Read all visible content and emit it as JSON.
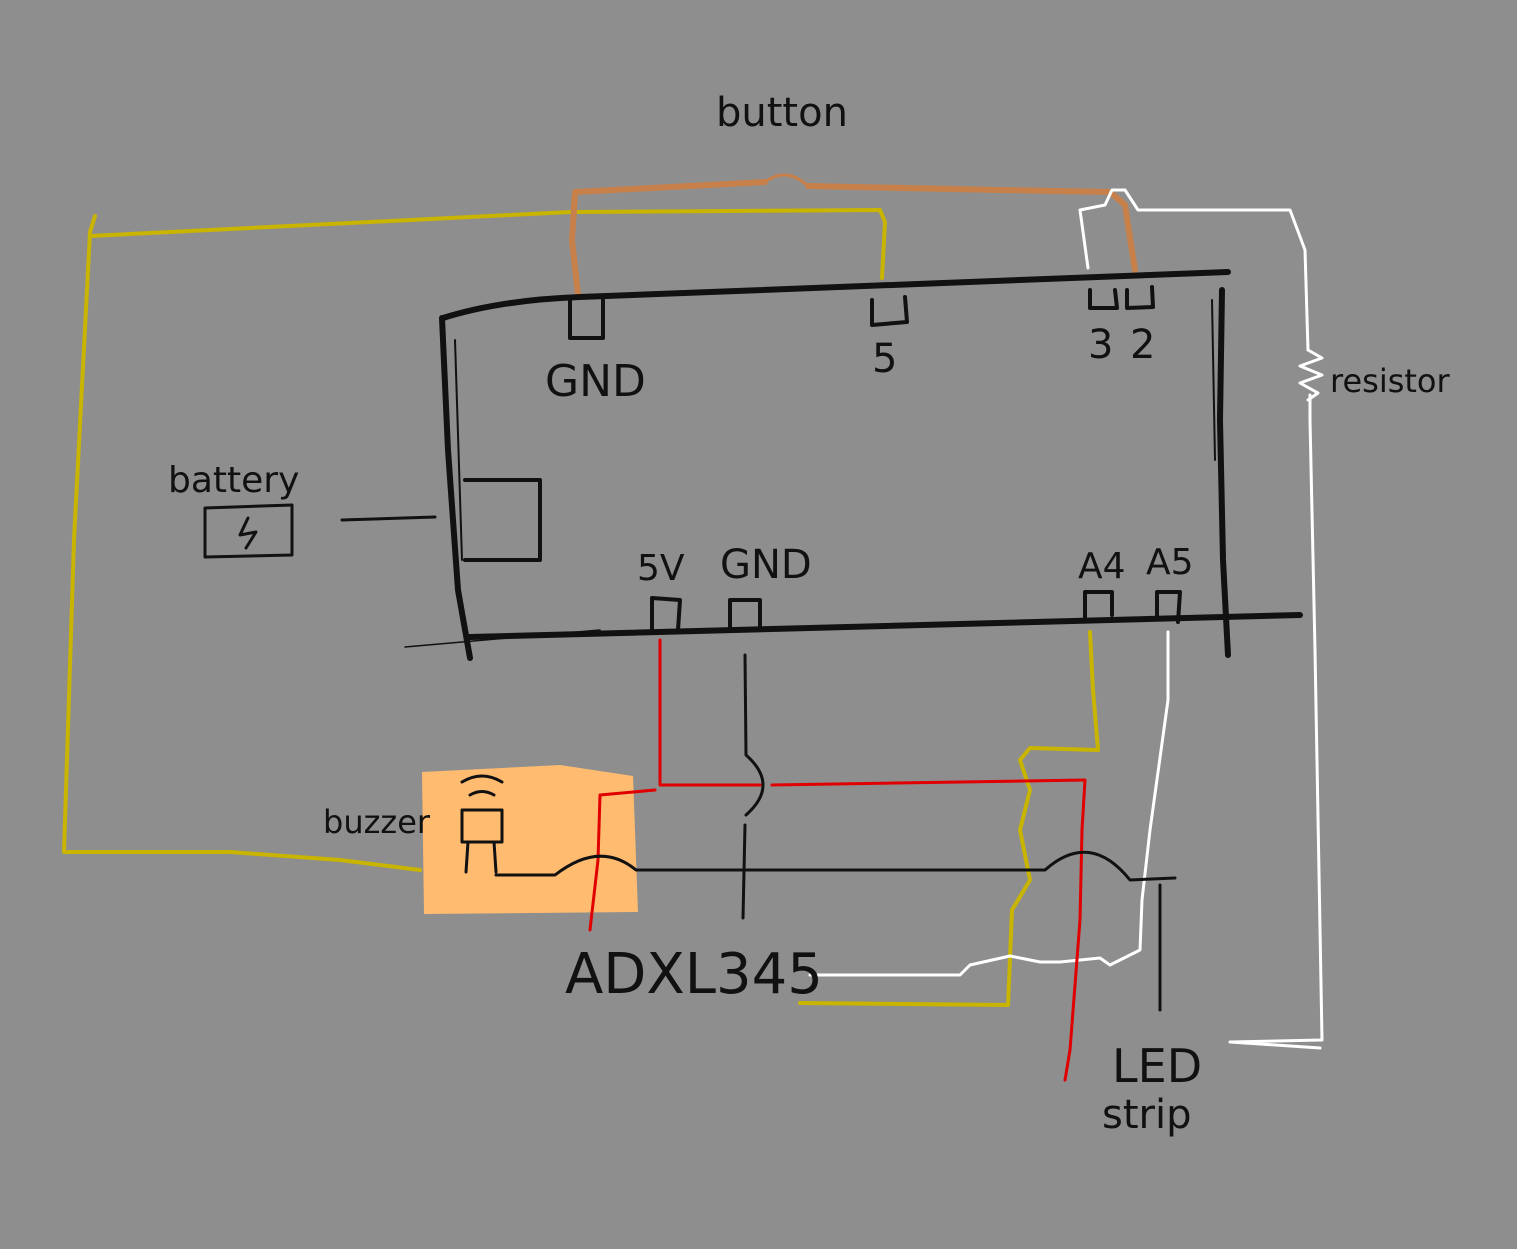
{
  "labels": {
    "button": "button",
    "resistor": "resistor",
    "battery": "battery",
    "buzzer": "buzzer",
    "adxl": "ADXL345",
    "led_line1": "LED",
    "led_line2": "strip"
  },
  "pins": {
    "top_gnd": "GND",
    "top_5": "5",
    "top_3": "3",
    "top_2": "2",
    "bottom_5v": "5V",
    "bottom_gnd": "GND",
    "bottom_a4": "A4",
    "bottom_a5": "A5"
  },
  "colors": {
    "background": "#8e8e8e",
    "board_outline": "#111111",
    "wire_yellow": "#c9b400",
    "wire_orange": "#c8804a",
    "wire_white": "#ffffff",
    "wire_red": "#e00000",
    "wire_black": "#111111",
    "buzzer_fill": "#ffbb70"
  }
}
